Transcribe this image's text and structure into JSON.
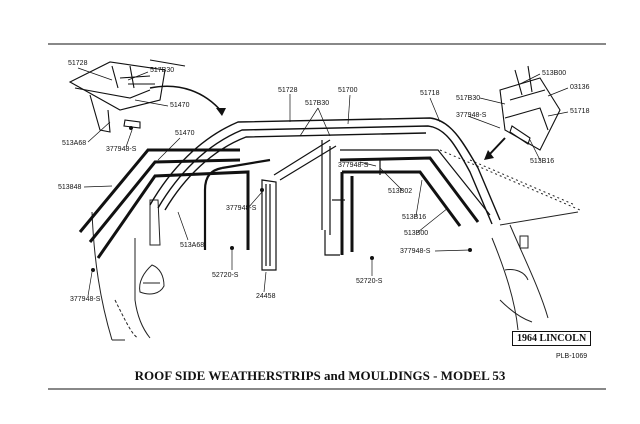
{
  "title": "ROOF SIDE WEATHERSTRIPS and MOULDINGS - MODEL 53",
  "model_label": "1964 LINCOLN",
  "plate_number": "PLB-1069",
  "callouts": {
    "c1": "51728",
    "c2": "517B30",
    "c3": "51470",
    "c4": "513A68",
    "c5": "377948-S",
    "c6": "51470",
    "c7": "51728",
    "c8": "517B30",
    "c9": "51700",
    "c10": "51718",
    "c11": "513848",
    "c12": "377948-S",
    "c13": "513A68",
    "c14": "377948-S",
    "c15": "513B02",
    "c16": "513B16",
    "c17": "513B00",
    "c18": "377948-S",
    "c19": "52720-S",
    "c20": "24458",
    "c21": "52720-S",
    "c22": "377948-S",
    "c23": "513B00",
    "c24": "517B30",
    "c25": "03136",
    "c26": "377948-S",
    "c27": "51718",
    "c28": "513B16"
  }
}
